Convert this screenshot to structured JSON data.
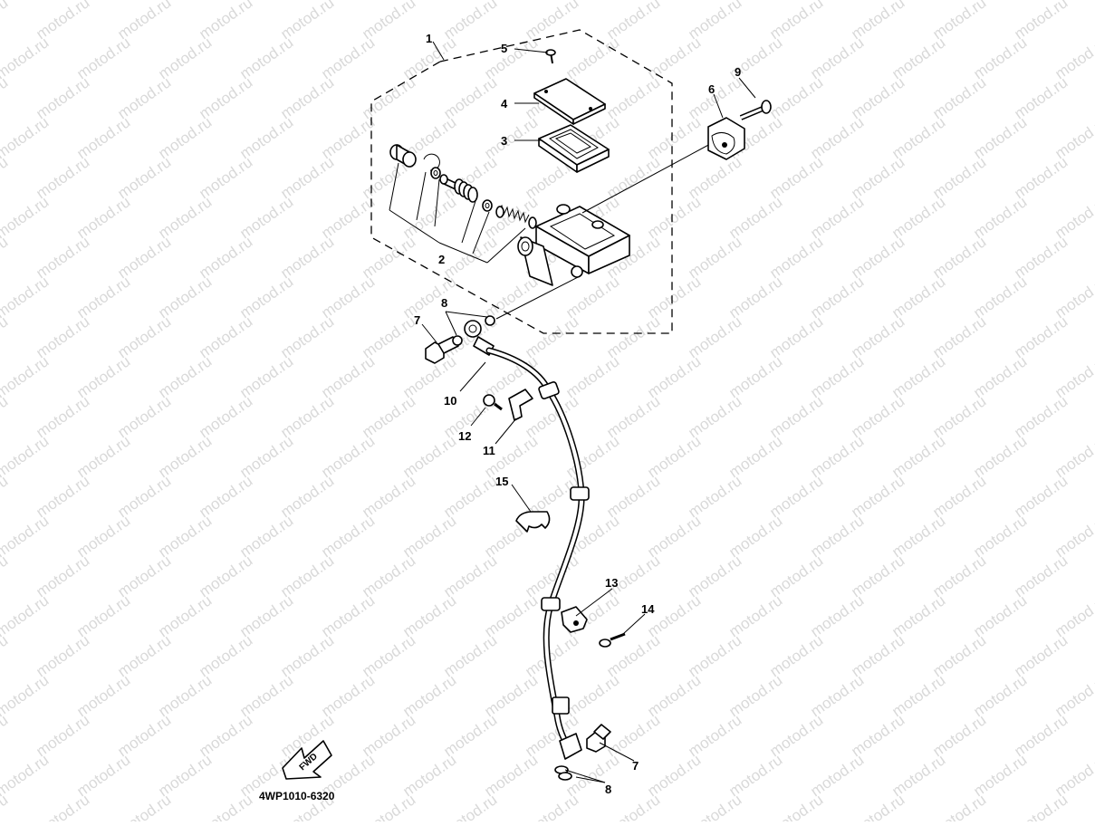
{
  "watermark": {
    "text": "motod.ru",
    "color": "#d9d9d9"
  },
  "diagram_code": "4WP1010-6320",
  "fwd_label": "FWD",
  "callouts": {
    "c1": "1",
    "c2": "2",
    "c3": "3",
    "c4": "4",
    "c5": "5",
    "c6": "6",
    "c7a": "7",
    "c7b": "7",
    "c8a": "8",
    "c8b": "8",
    "c9": "9",
    "c10": "10",
    "c11": "11",
    "c12": "12",
    "c13": "13",
    "c14": "14",
    "c15": "15"
  }
}
